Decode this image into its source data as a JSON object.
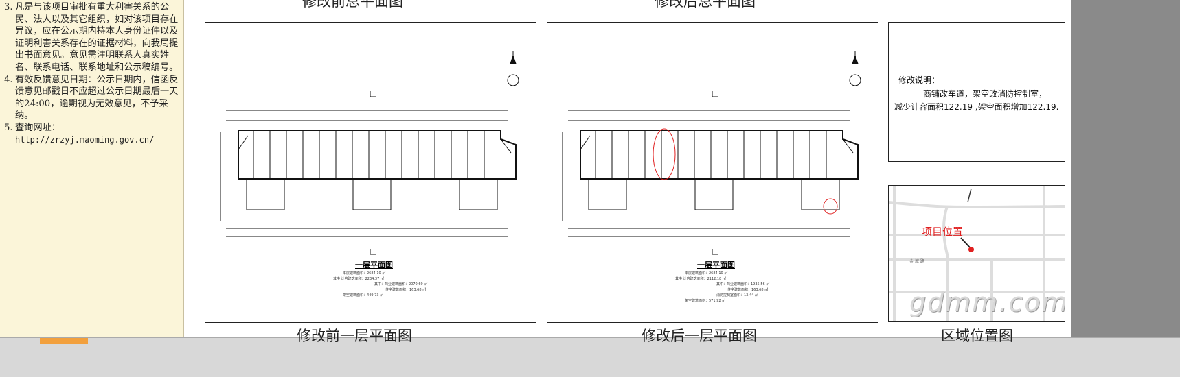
{
  "notice": {
    "items": [
      {
        "num": "3.",
        "text": "凡是与该项目审批有重大利害关系的公民、法人以及其它组织，如对该项目存在异议，应在公示期内持本人身份证件以及证明利害关系存在的证据材料，向我局提出书面意见。意见需注明联系人真实姓名、联系电话、联系地址和公示稿编号。"
      },
      {
        "num": "4.",
        "text": "有效反馈意见日期：公示日期内，信函反馈意见邮戳日不应超过公示日期最后一天的24:00，逾期视为无效意见，不予采纳。"
      },
      {
        "num": "5.",
        "text": "查询网址："
      },
      {
        "num": "",
        "text": "http://zrzyj.maoming.gov.cn/"
      }
    ]
  },
  "titles": {
    "before_top": "修改前总平面图",
    "after_top": "修改后总平面图",
    "before_bottom": "修改前一层平面图",
    "after_bottom": "修改后一层平面图",
    "location_bottom": "区域位置图"
  },
  "before_plan": {
    "heading": "一层平面图",
    "stats": [
      "本层建筑面积：2684.10 ㎡",
      "其中  计容建筑面积：2234.37 ㎡",
      "其中：商业建筑面积：2070.69 ㎡",
      "住宅建筑面积：163.68 ㎡",
      "架空建筑面积：449.73 ㎡"
    ]
  },
  "after_plan": {
    "heading": "一层平面图",
    "stats": [
      "本层建筑面积：2684.10 ㎡",
      "其中  计容建筑面积：2112.18 ㎡",
      "其中：商业建筑面积：1935.56 ㎡",
      "住宅建筑面积：163.68 ㎡",
      "消防控制室面积：13.44 ㎡",
      "架空建筑面积：571.92 ㎡"
    ]
  },
  "description": {
    "heading": "修改说明：",
    "line1": "商铺改车道，架空改消防控制室，",
    "line2": "减少计容面积122.19 ,架空面积增加122.19."
  },
  "map": {
    "label": "项目位置",
    "road": "金 城 路",
    "watermark": "gdmm.com"
  },
  "colors": {
    "marker": "#e02020",
    "panel": "#fbf5d9"
  }
}
